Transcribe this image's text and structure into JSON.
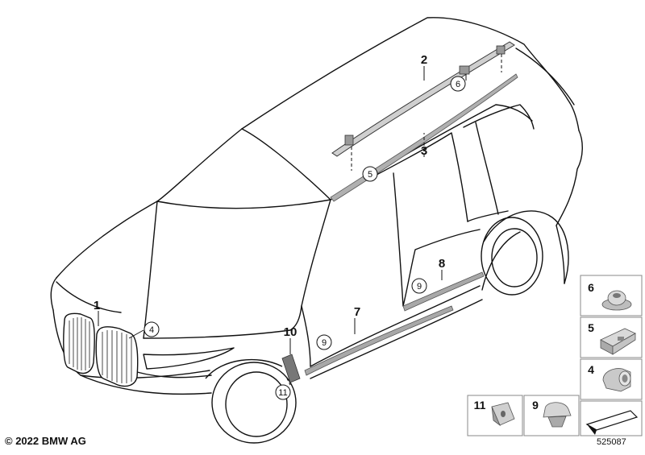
{
  "callouts": {
    "c1": "1",
    "c2": "2",
    "c3": "3",
    "c4": "4",
    "c5": "5",
    "c6": "6",
    "c7": "7",
    "c8": "8",
    "c9a": "9",
    "c9b": "9",
    "c10": "10",
    "c11": "11"
  },
  "legend": {
    "item6": "6",
    "item5": "5",
    "item4": "4",
    "item11": "11",
    "item9": "9"
  },
  "footer": {
    "copyright": "© 2022 BMW AG",
    "document_number": "525087"
  }
}
